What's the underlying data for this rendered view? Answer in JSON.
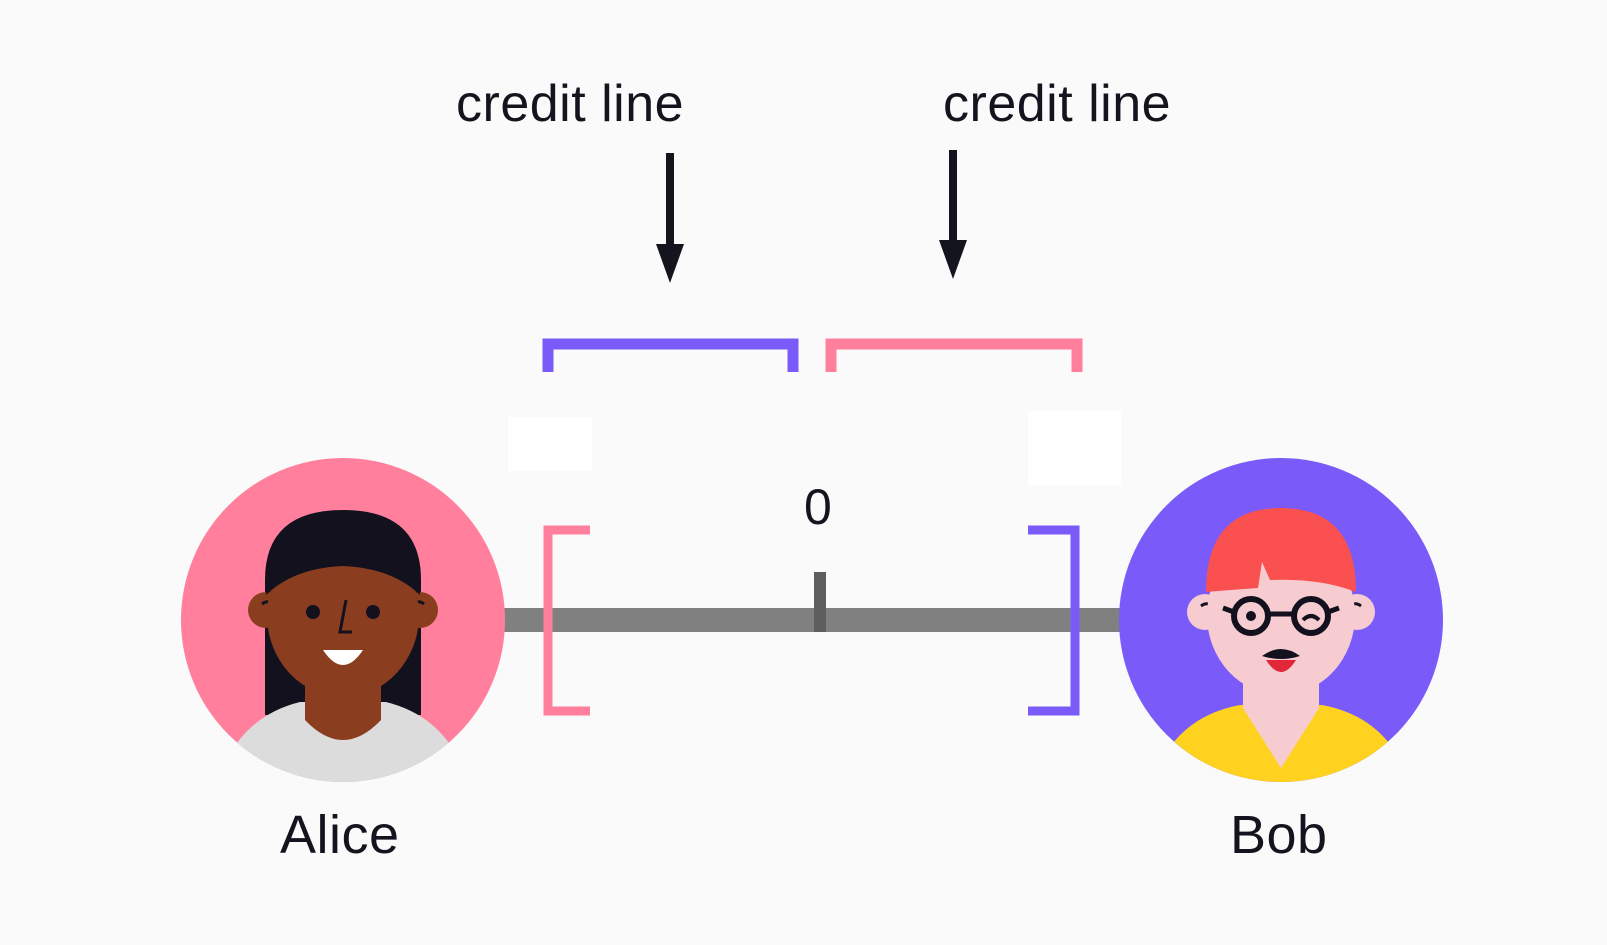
{
  "diagram": {
    "labels": {
      "credit_line_left": "credit line",
      "credit_line_right": "credit line",
      "balance_zero": "0"
    },
    "parties": {
      "left": {
        "name": "Alice",
        "avatar_icon": "alice-avatar-icon",
        "circle_color": "#ff7f9c"
      },
      "right": {
        "name": "Bob",
        "avatar_icon": "bob-avatar-icon",
        "circle_color": "#7a5af8"
      }
    },
    "colors": {
      "purple_bracket": "#7a5af8",
      "pink_bracket": "#ff7f9c",
      "balance_line": "#808080",
      "text": "#14141f"
    }
  }
}
